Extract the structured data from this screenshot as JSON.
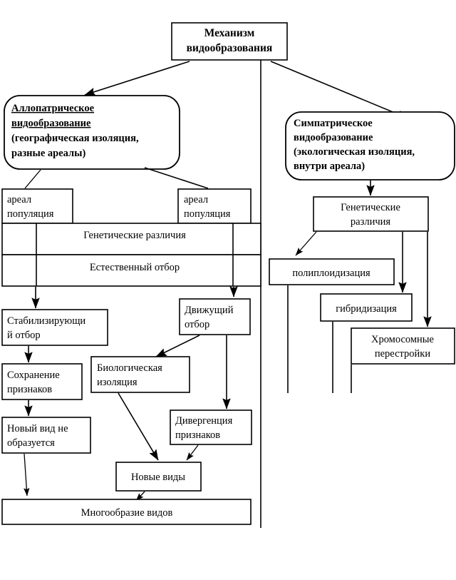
{
  "diagram": {
    "title": "Механизм видообразования",
    "language": "ru",
    "nodes": {
      "root": {
        "line1": "Механизм",
        "line2": "видообразования"
      },
      "allopatric": {
        "heading_line1": "Аллопатрическое",
        "heading_line2": "видообразование",
        "sub_line1": "(географическая изоляция,",
        "sub_line2": "разные ареалы)"
      },
      "sympatric": {
        "heading_line1": "Симпатрическое",
        "heading_line2": "видообразование",
        "sub_line1": "(экологическая изоляция,",
        "sub_line2": "внутри ареала)"
      },
      "range_pop_left": {
        "line1": "ареал",
        "line2": "популяция"
      },
      "range_pop_right": {
        "line1": "ареал",
        "line2": "популяция"
      },
      "genetic_diff_band": "Генетические различия",
      "natural_selection_band": "Естественный отбор",
      "stabilizing": {
        "line1": "Стабилизирующи",
        "line2": "й отбор"
      },
      "driving": {
        "line1": "Движущий",
        "line2": "отбор"
      },
      "trait_conservation": {
        "line1": "Сохранение",
        "line2": "признаков"
      },
      "biological_isolation": {
        "line1": "Биологическая",
        "line2": "изоляция"
      },
      "no_new_species": {
        "line1": "Новый вид не",
        "line2": "образуется"
      },
      "divergence": {
        "line1": "Дивергенция",
        "line2": "признаков"
      },
      "new_species": "Новые виды",
      "species_diversity": "Многообразие видов",
      "genetic_diff_right": {
        "line1": "Генетические",
        "line2": "различия"
      },
      "polyploidization": "полиплоидизация",
      "hybridization": "гибридизация",
      "chromosomal": {
        "line1": "Хромосомные",
        "line2": "перестройки"
      }
    },
    "colors": {
      "stroke": "#000000",
      "fill": "#ffffff",
      "background": "#ffffff"
    }
  }
}
